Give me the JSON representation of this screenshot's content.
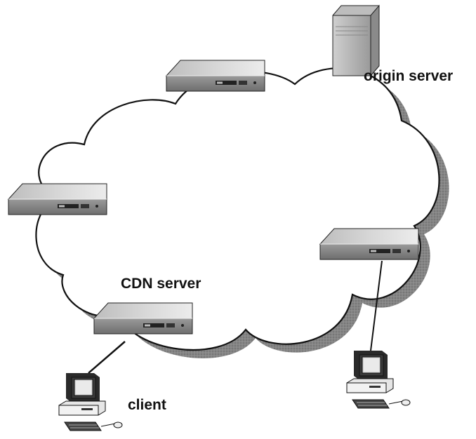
{
  "labels": {
    "origin_server": "origin server",
    "cdn_server": "CDN server",
    "client": "client"
  },
  "nodes": {
    "origin_server_icon": "tower-server",
    "cdn_server_icon": "rack-server-box",
    "client_icon": "desktop-computer"
  },
  "colors": {
    "cloud_shadow": "#7a7a7a",
    "outline": "#111111",
    "box_light": "#d6d6d6",
    "box_dark": "#8d8d8d"
  }
}
